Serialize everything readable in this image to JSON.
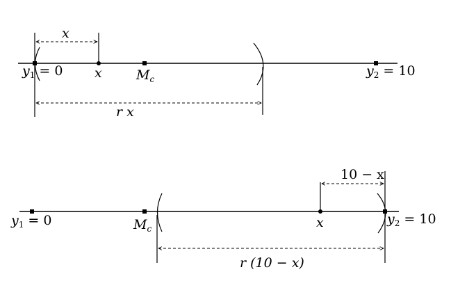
{
  "top_diagram": {
    "y1_label": {
      "var": "y",
      "sub": "1",
      "rest": " = 0"
    },
    "x_point_label": "x",
    "mc_label": {
      "var": "M",
      "sub": "c"
    },
    "y2_label": {
      "var": "y",
      "sub": "2",
      "rest": " = 10"
    },
    "upper_distance_label": "x",
    "lower_distance_label": "r x"
  },
  "bottom_diagram": {
    "y1_label": {
      "var": "y",
      "sub": "1",
      "rest": " = 0"
    },
    "mc_label": {
      "var": "M",
      "sub": "c"
    },
    "x_point_label": "x",
    "y2_label": {
      "var": "y",
      "sub": "2",
      "rest": " = 10"
    },
    "upper_distance_label": "10 − x",
    "lower_distance_label": "r (10 − x)"
  }
}
